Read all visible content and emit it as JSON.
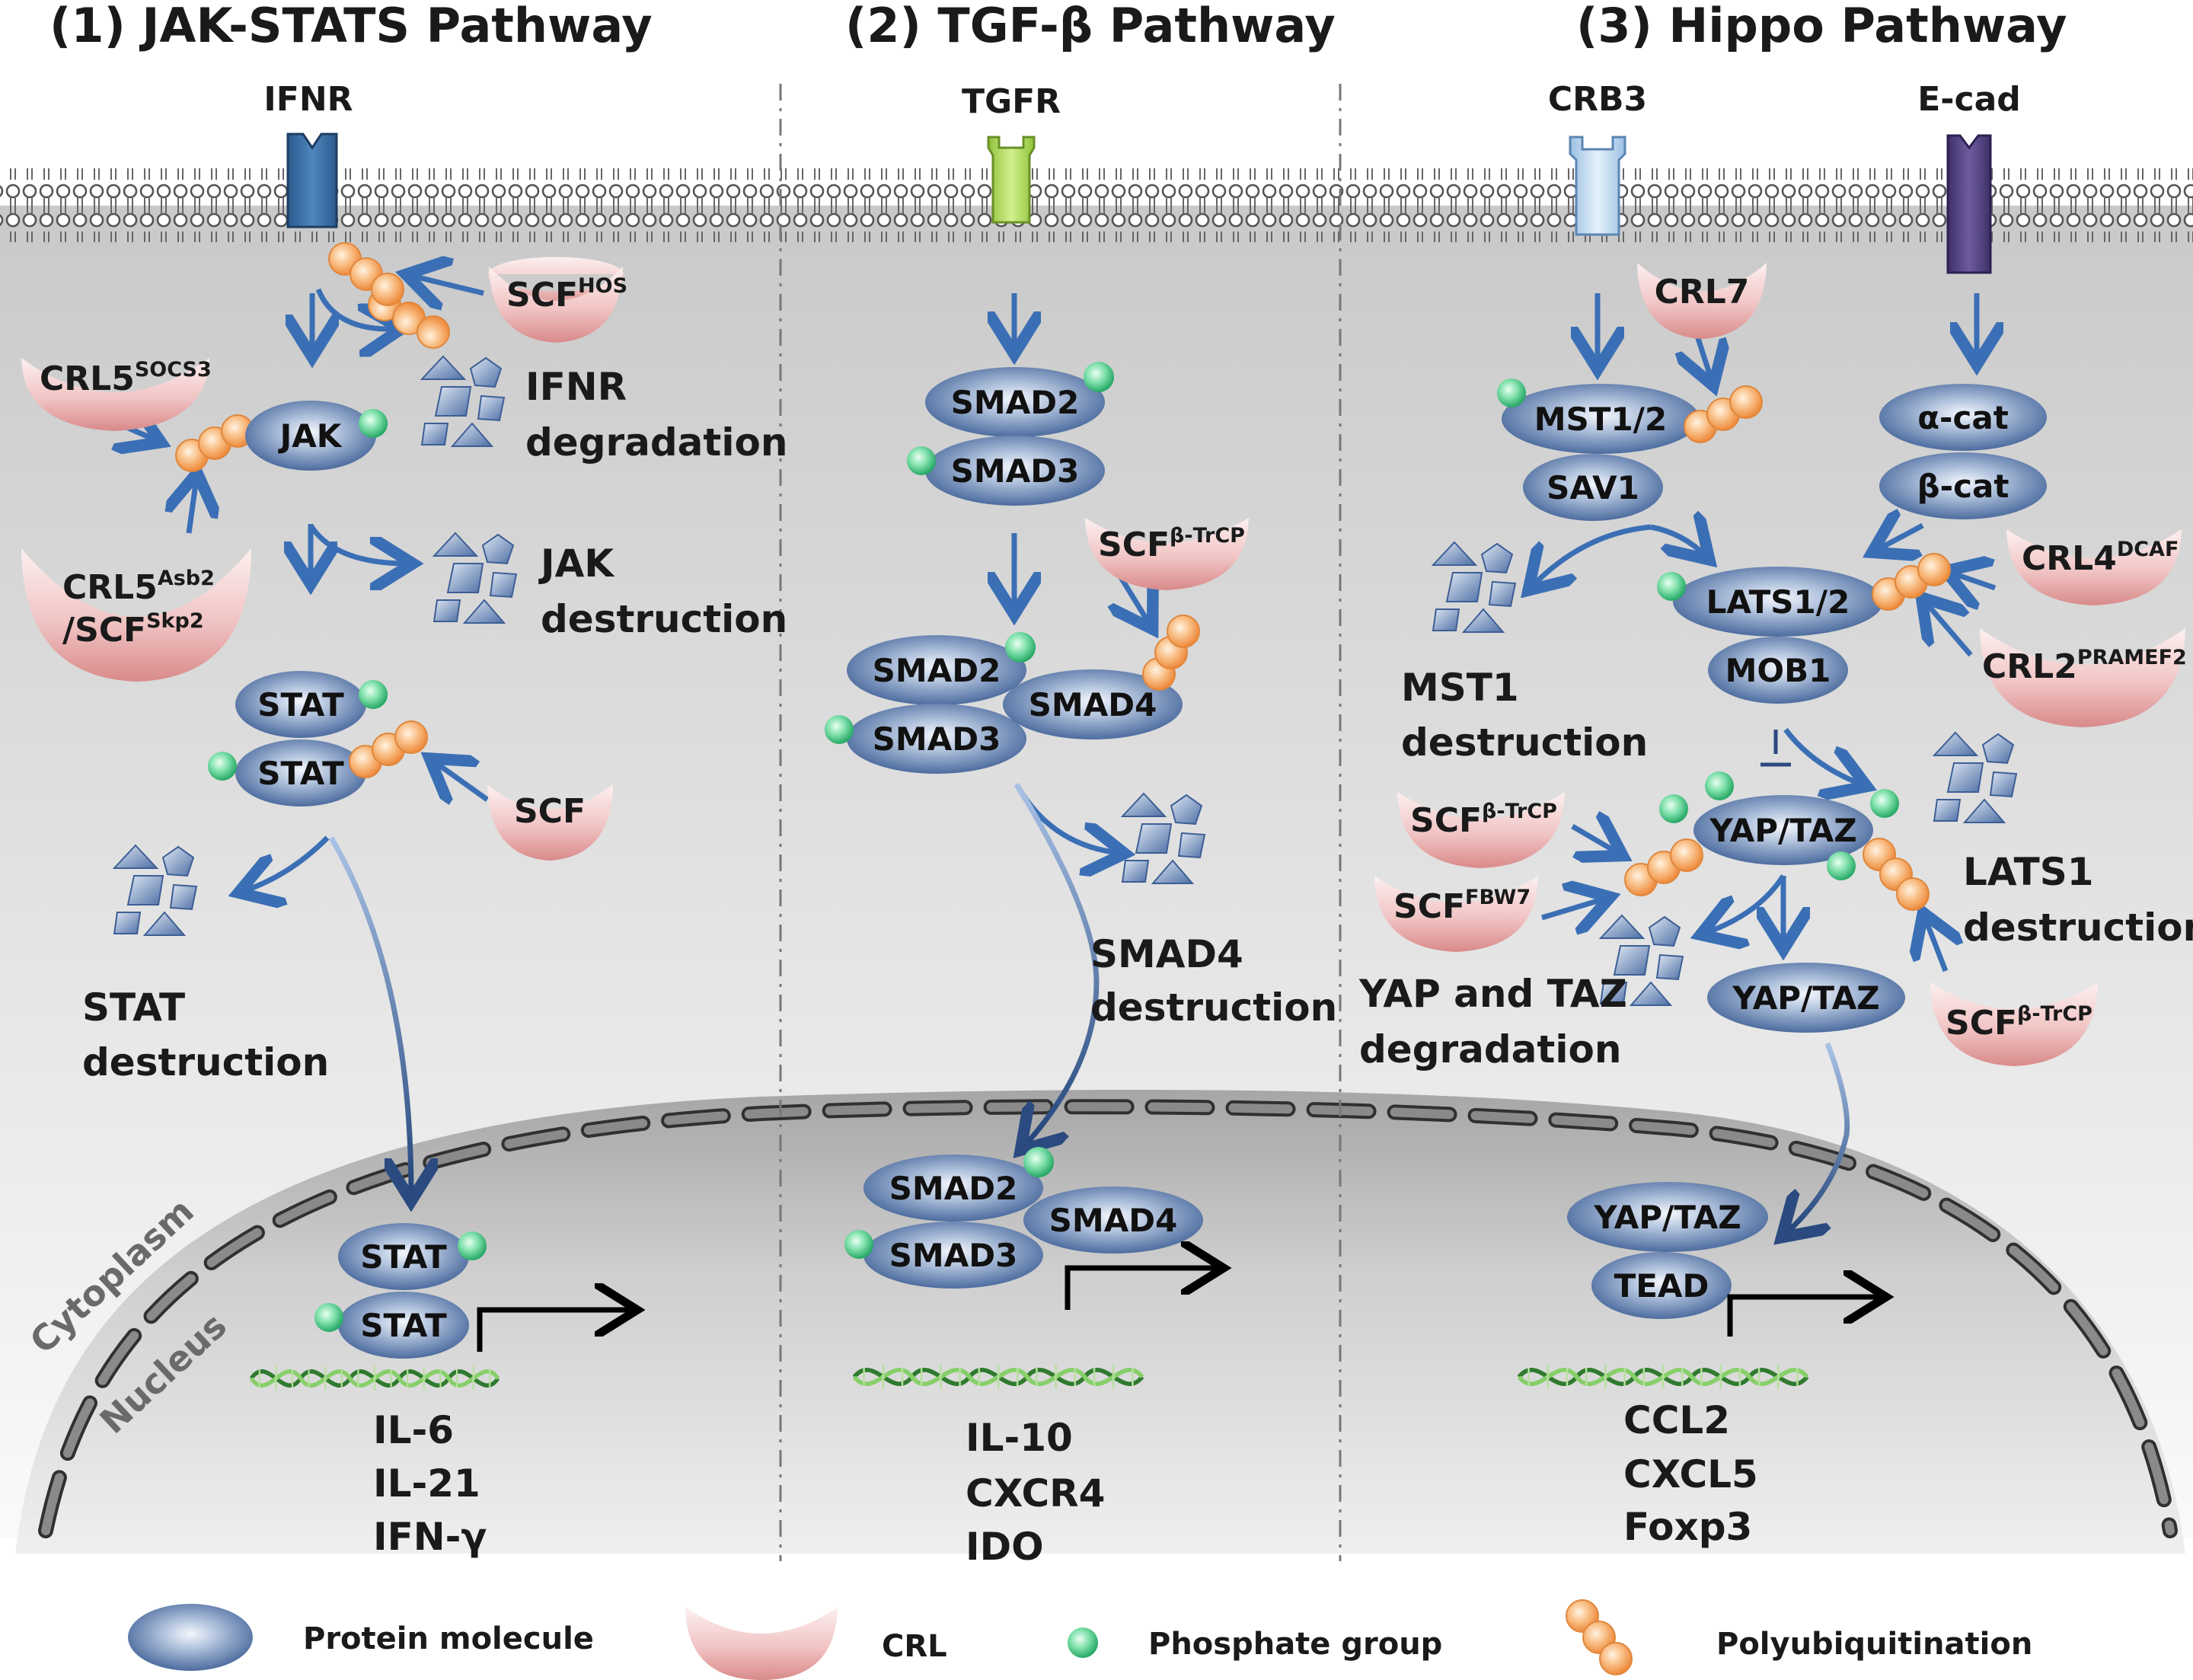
{
  "panels": [
    {
      "title": "(1) JAK-STATS Pathway"
    },
    {
      "title": "(2) TGF-β Pathway"
    },
    {
      "title": "(3) Hippo Pathway"
    }
  ],
  "receptors": {
    "ifnr": "IFNR",
    "tgfr": "TGFR",
    "crb3": "CRB3",
    "ecad": "E-cad"
  },
  "compartments": {
    "cytoplasm": "Cytoplasm",
    "nucleus": "Nucleus"
  },
  "jak": {
    "crl_hos": {
      "base": "SCF",
      "sup": "HOS"
    },
    "crl5_socs3": {
      "base": "CRL5",
      "sup": "SOCS3"
    },
    "crl5_asb2": {
      "line1_base": "CRL5",
      "line1_sup": "Asb2",
      "line2_base": "/SCF",
      "line2_sup": "Skp2"
    },
    "scf": "SCF",
    "jak": "JAK",
    "stat": "STAT",
    "ifnr_deg": [
      "IFNR",
      "degradation"
    ],
    "jak_des": [
      "JAK",
      "destruction"
    ],
    "stat_des": [
      "STAT",
      "destruction"
    ],
    "genes": [
      "IL-6",
      "IL-21",
      "IFN-γ"
    ]
  },
  "tgf": {
    "smad2": "SMAD2",
    "smad3": "SMAD3",
    "smad4": "SMAD4",
    "crl_btrcp": {
      "base": "SCF",
      "sup": "β-TrCP"
    },
    "smad4_des": [
      "SMAD4",
      "destruction"
    ],
    "genes": [
      "IL-10",
      "CXCR4",
      "IDO"
    ]
  },
  "hippo": {
    "crl7": "CRL7",
    "mst": "MST1/2",
    "sav1": "SAV1",
    "acat": "α-cat",
    "bcat": "β-cat",
    "lats": "LATS1/2",
    "mob1": "MOB1",
    "yap": "YAP/TAZ",
    "tead": "TEAD",
    "crl4": {
      "base": "CRL4",
      "sup": "DCAF"
    },
    "crl2": {
      "base": "CRL2",
      "sup": "PRAMEF2"
    },
    "scf_btrcp": {
      "base": "SCF",
      "sup": "β-TrCP"
    },
    "scf_fbw7": {
      "base": "SCF",
      "sup": "FBW7"
    },
    "mst_des": [
      "MST1",
      "destruction"
    ],
    "lats_des": [
      "LATS1",
      "destruction"
    ],
    "yap_deg": [
      "YAP and TAZ",
      "degradation"
    ],
    "genes": [
      "CCL2",
      "CXCL5",
      "Foxp3"
    ]
  },
  "legend": {
    "protein": "Protein molecule",
    "crl": "CRL",
    "phosphate": "Phosphate group",
    "ubiquitin": "Polyubiquitination"
  },
  "colors": {
    "protein": "#3d5f95",
    "crl": "#e9a4a4",
    "phosphate": "#3fbf7f",
    "ubiquitin": "#f5a05a",
    "arrow": "#3b6fb5"
  }
}
